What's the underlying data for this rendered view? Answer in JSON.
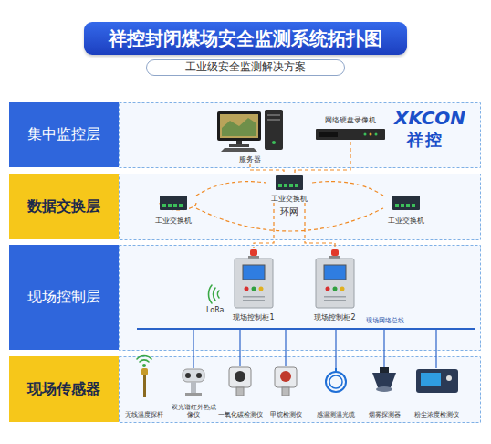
{
  "diagram": {
    "title": "祥控封闭煤场安全监测系统拓扑图",
    "nodes": [
      {
        "text": [
          "祥控封闭煤场安全监测系统拓扑图"
        ]
      },
      {
        "text": [
          "工业级安全监测解决方案"
        ]
      },
      {
        "text": [
          "集中监控层"
        ]
      },
      {
        "text": [
          "服务器"
        ]
      },
      {
        "text": [
          "网络硬盘录像机"
        ]
      },
      {
        "text": [
          "数据交换层"
        ]
      },
      {
        "text": [
          "工业交换机"
        ]
      },
      {
        "text": [
          "工业交换机"
        ]
      },
      {
        "text": [
          "工业交换机"
        ]
      },
      {
        "text": [
          "现场控制层"
        ]
      },
      {
        "text": [
          "现场控制柜1"
        ]
      },
      {
        "text": [
          "现场控制柜2"
        ]
      },
      {
        "text": [
          "现场传感器"
        ]
      },
      {
        "text": [
          "无线温度探杆"
        ]
      },
      {
        "text": [
          "双光谱红外热成像仪"
        ]
      },
      {
        "text": [
          "一氧化碳检测仪"
        ]
      },
      {
        "text": [
          "甲烷检测仪"
        ]
      },
      {
        "text": [
          "感温测温光缆"
        ]
      },
      {
        "text": [
          "烟雾探测器"
        ]
      },
      {
        "text": [
          "粉尘浓度检测仪"
        ]
      }
    ],
    "edges": [
      {
        "from": 3,
        "to": 7,
        "arrow": "none"
      },
      {
        "from": 4,
        "to": 7,
        "arrow": "none"
      },
      {
        "from": 6,
        "to": 7,
        "arrow": "none"
      },
      {
        "from": 7,
        "to": 8,
        "arrow": "none"
      },
      {
        "from": 6,
        "to": 8,
        "arrow": "none"
      },
      {
        "from": 7,
        "to": 10,
        "arrow": "none"
      },
      {
        "from": 7,
        "to": 11,
        "arrow": "none"
      }
    ],
    "labels": [
      "XKCON",
      "祥控",
      "环网",
      "LoRa",
      "现场网络总线"
    ]
  }
}
